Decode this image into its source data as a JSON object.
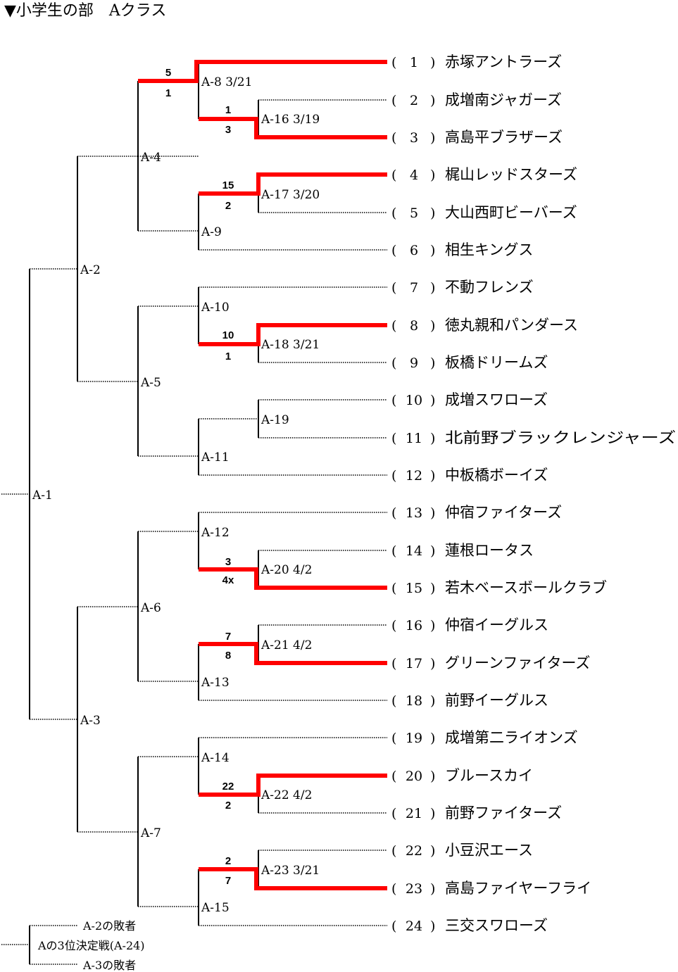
{
  "title": "▼小学生の部　Aクラス",
  "teams": [
    {
      "num": "1",
      "name": "赤塚アントラーズ"
    },
    {
      "num": "2",
      "name": "成増南ジャガーズ"
    },
    {
      "num": "3",
      "name": "高島平ブラザーズ"
    },
    {
      "num": "4",
      "name": "梶山レッドスターズ"
    },
    {
      "num": "5",
      "name": "大山西町ビーバーズ"
    },
    {
      "num": "6",
      "name": "相生キングス"
    },
    {
      "num": "7",
      "name": "不動フレンズ"
    },
    {
      "num": "8",
      "name": "徳丸親和パンダース"
    },
    {
      "num": "9",
      "name": "板橋ドリームズ"
    },
    {
      "num": "10",
      "name": "成増スワローズ"
    },
    {
      "num": "11",
      "name": "北前野ブラックレンジャーズ"
    },
    {
      "num": "12",
      "name": "中板橋ボーイズ"
    },
    {
      "num": "13",
      "name": "仲宿ファイターズ"
    },
    {
      "num": "14",
      "name": "蓮根ロータス"
    },
    {
      "num": "15",
      "name": "若木ベースボールクラブ"
    },
    {
      "num": "16",
      "name": "仲宿イーグルス"
    },
    {
      "num": "17",
      "name": "グリーンファイターズ"
    },
    {
      "num": "18",
      "name": "前野イーグルス"
    },
    {
      "num": "19",
      "name": "成増第二ライオンズ"
    },
    {
      "num": "20",
      "name": "ブルースカイ"
    },
    {
      "num": "21",
      "name": "前野ファイターズ"
    },
    {
      "num": "22",
      "name": "小豆沢エース"
    },
    {
      "num": "23",
      "name": "高島ファイヤーフライ"
    },
    {
      "num": "24",
      "name": "三交スワローズ"
    }
  ],
  "matches": {
    "A1": "A-1",
    "A2": "A-2",
    "A3": "A-3",
    "A4": "A-4",
    "A5": "A-5",
    "A6": "A-6",
    "A7": "A-7",
    "A8": "A-8 3/21",
    "A9": "A-9",
    "A10": "A-10",
    "A11": "A-11",
    "A12": "A-12",
    "A13": "A-13",
    "A14": "A-14",
    "A15": "A-15",
    "A16": "A-16 3/19",
    "A17": "A-17 3/20",
    "A18": "A-18 3/21",
    "A19": "A-19",
    "A20": "A-20 4/2",
    "A21": "A-21 4/2",
    "A22": "A-22 4/2",
    "A23": "A-23 3/21"
  },
  "scores": {
    "A8": [
      "5",
      "1"
    ],
    "A16": [
      "1",
      "3"
    ],
    "A17": [
      "15",
      "2"
    ],
    "A18": [
      "10",
      "1"
    ],
    "A20": [
      "3",
      "4x"
    ],
    "A21": [
      "7",
      "8"
    ],
    "A22": [
      "22",
      "2"
    ],
    "A23": [
      "2",
      "7"
    ]
  },
  "third_place": {
    "top": "A-2の敗者",
    "label": "Aの3位決定戦(A-24)",
    "bottom": "A-3の敗者"
  }
}
